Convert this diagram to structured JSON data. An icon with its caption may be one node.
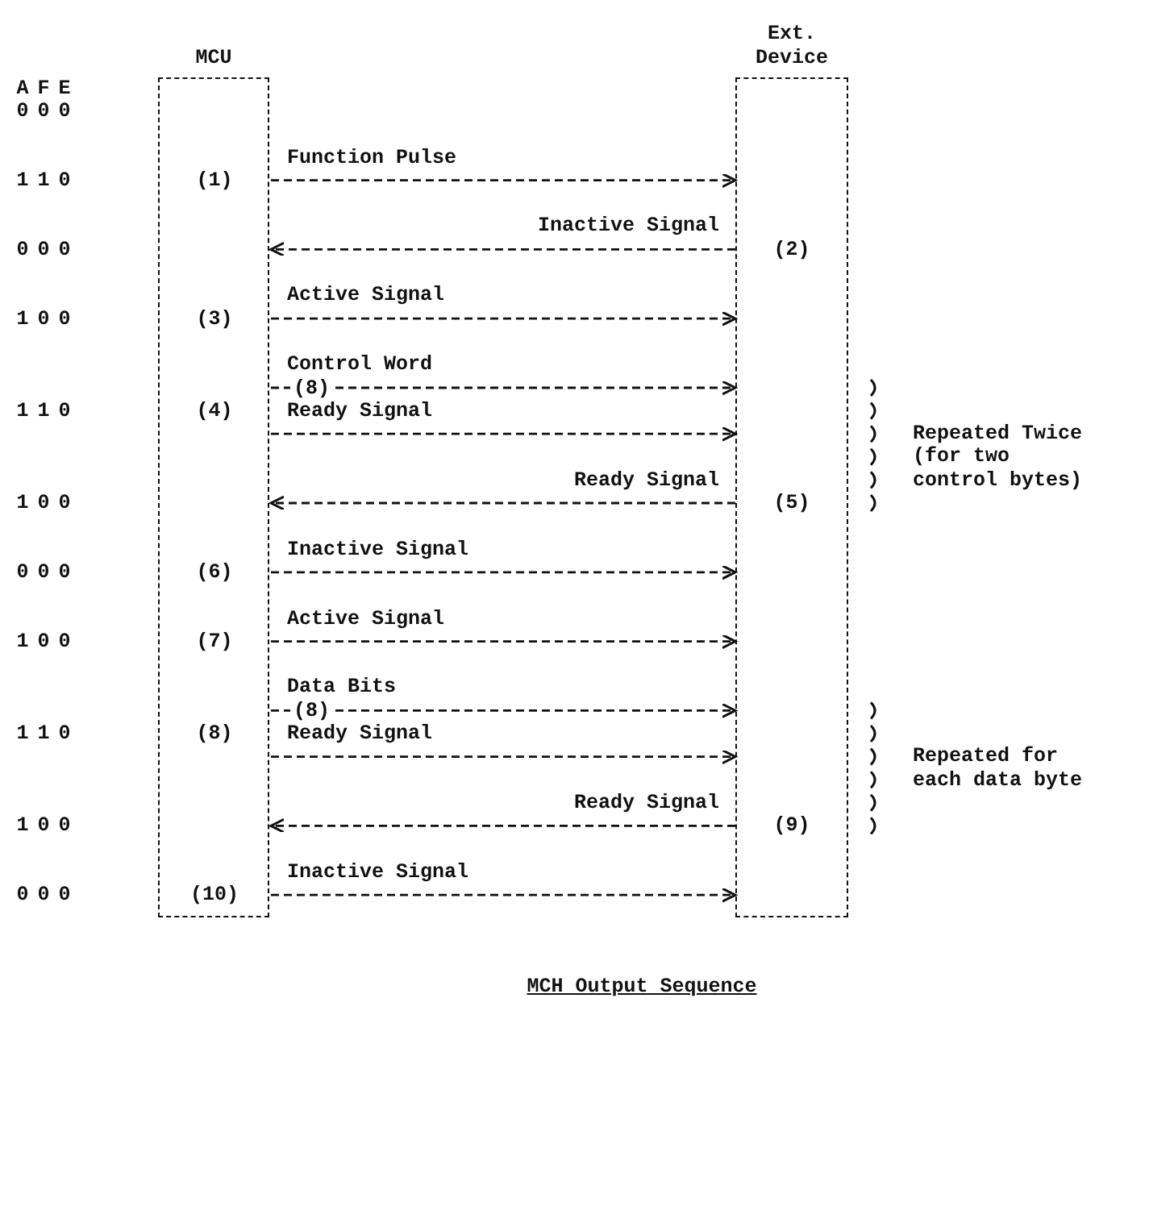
{
  "diagram": {
    "caption": "MCH Output Sequence",
    "nodes": [
      {
        "text": [
          "MCU"
        ]
      },
      {
        "text": [
          "Ext. Device"
        ]
      }
    ],
    "edges": [
      {
        "from": 0,
        "to": 1,
        "arrow": "to",
        "label": "Function Pulse"
      },
      {
        "from": 1,
        "to": 0,
        "arrow": "to",
        "label": "Inactive Signal"
      },
      {
        "from": 0,
        "to": 1,
        "arrow": "to",
        "label": "Active Signal"
      },
      {
        "from": 0,
        "to": 1,
        "arrow": "to",
        "label": "Control Word"
      },
      {
        "from": 0,
        "to": 1,
        "arrow": "to",
        "label": "Ready Signal"
      },
      {
        "from": 1,
        "to": 0,
        "arrow": "to",
        "label": "Ready Signal"
      },
      {
        "from": 0,
        "to": 1,
        "arrow": "to",
        "label": "Inactive Signal"
      },
      {
        "from": 0,
        "to": 1,
        "arrow": "to",
        "label": "Active Signal"
      },
      {
        "from": 0,
        "to": 1,
        "arrow": "to",
        "label": "Data Bits"
      },
      {
        "from": 0,
        "to": 1,
        "arrow": "to",
        "label": "Ready Signal"
      },
      {
        "from": 1,
        "to": 0,
        "arrow": "to",
        "label": "Ready Signal"
      },
      {
        "from": 0,
        "to": 1,
        "arrow": "to",
        "label": "Inactive Signal"
      }
    ],
    "labels": [
      "A",
      "F",
      "E",
      "0",
      "0",
      "0",
      "1",
      "1",
      "0",
      "(1)",
      "0",
      "0",
      "0",
      "(2)",
      "1",
      "0",
      "0",
      "(3)",
      "(8)",
      "1",
      "1",
      "0",
      "(4)",
      "Repeated Twice (for two control bytes)",
      "1",
      "0",
      "0",
      "(5)",
      "0",
      "0",
      "0",
      "(6)",
      "1",
      "0",
      "0",
      "(7)",
      "(8)",
      "1",
      "1",
      "0",
      "(8)",
      "Repeated for each data byte",
      "1",
      "0",
      "0",
      "(9)",
      "0",
      "0",
      "0",
      "(10)"
    ]
  }
}
